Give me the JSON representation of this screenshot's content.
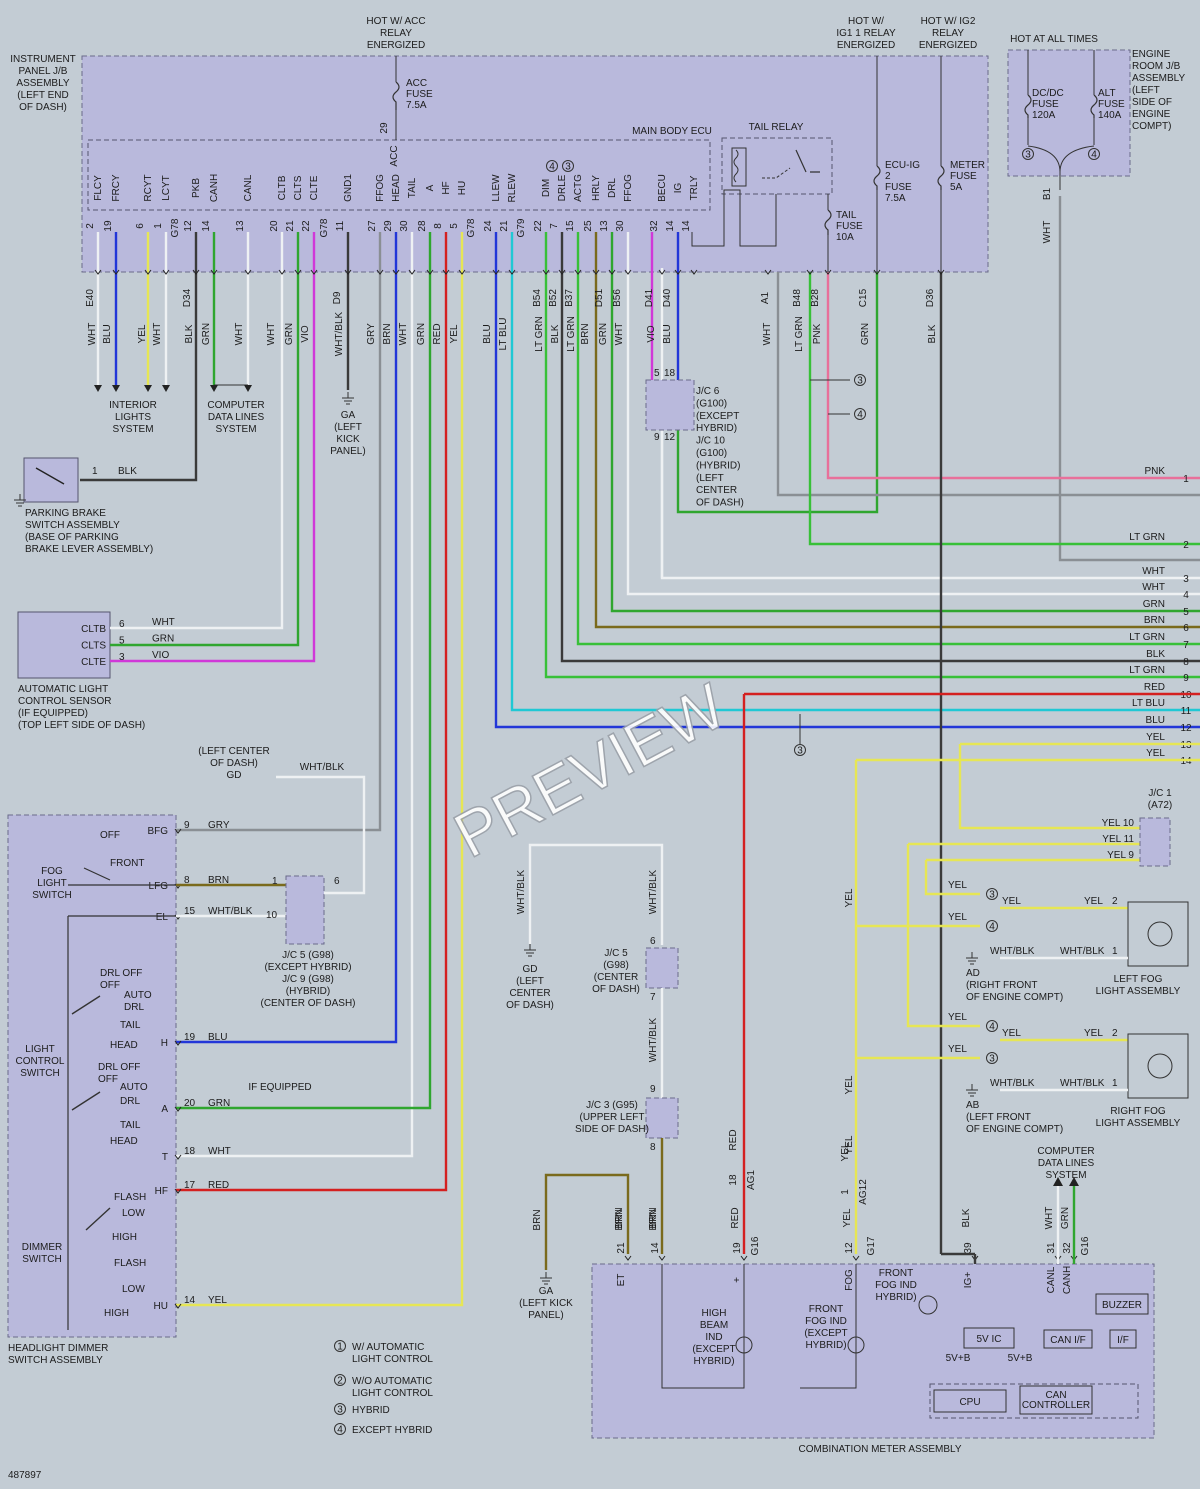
{
  "colors": {
    "WHT": "#eef1f3",
    "BLU": "#2236d8",
    "YEL": "#e6e655",
    "BLK": "#3a3a3a",
    "GRN": "#2fa62f",
    "VIO": "#d038d8",
    "GRY": "#8a8f94",
    "RED": "#d42020",
    "LTGRN": "#38c038",
    "LTBLU": "#20c8d4",
    "BRN": "#7a6a1c",
    "PNK": "#e8709a"
  },
  "sources": {
    "acc": [
      "HOT W/ ACC",
      "RELAY",
      "ENERGIZED"
    ],
    "ig1": [
      "HOT W/",
      "IG1 1 RELAY",
      "ENERGIZED"
    ],
    "ig2": [
      "HOT W/ IG2",
      "RELAY",
      "ENERGIZED"
    ],
    "always": "HOT AT ALL TIMES"
  },
  "instrument_panel_jb": [
    "INSTRUMENT",
    "PANEL J/B",
    "ASSEMBLY",
    "(LEFT END",
    "OF DASH)"
  ],
  "engine_room_jb": [
    "ENGINE",
    "ROOM J/B",
    "ASSEMBLY",
    "(LEFT",
    "SIDE OF",
    "ENGINE",
    "COMPT)"
  ],
  "fuses": {
    "acc": [
      "ACC",
      "FUSE",
      "7.5A"
    ],
    "ecu_ig": [
      "ECU-IG",
      "2",
      "FUSE",
      "7.5A"
    ],
    "meter": [
      "METER",
      "FUSE",
      "5A"
    ],
    "tail": [
      "TAIL",
      "FUSE",
      "10A"
    ],
    "dcdc": [
      "DC/DC",
      "FUSE",
      "120A"
    ],
    "alt": [
      "ALT",
      "FUSE",
      "140A"
    ]
  },
  "ecu": {
    "title": "MAIN BODY ECU",
    "tail_relay": "TAIL RELAY",
    "acc_pin": "29",
    "acc_label": "ACC",
    "terminals": [
      {
        "name": "FLCY",
        "pin": "2"
      },
      {
        "name": "FRCY",
        "pin": "19"
      },
      {
        "name": "RCYT",
        "pin": "6"
      },
      {
        "name": "LCYT",
        "pin": "1"
      },
      {
        "name": "PKB",
        "pin": "12"
      },
      {
        "name": "CANH",
        "pin": "14"
      },
      {
        "name": "CANL",
        "pin": "13"
      },
      {
        "name": "CLTB",
        "pin": "20"
      },
      {
        "name": "CLTS",
        "pin": "21"
      },
      {
        "name": "CLTE",
        "pin": "22"
      },
      {
        "name": "GND1",
        "pin": "11"
      },
      {
        "name": "FFOG",
        "pin": "27"
      },
      {
        "name": "HEAD",
        "pin": "29"
      },
      {
        "name": "TAIL",
        "pin": "30"
      },
      {
        "name": "A",
        "pin": "28"
      },
      {
        "name": "HF",
        "pin": "8"
      },
      {
        "name": "HU",
        "pin": "5"
      },
      {
        "name": "LLEW",
        "pin": "24"
      },
      {
        "name": "RLEW",
        "pin": "21"
      },
      {
        "name": "DIM",
        "pin": "22"
      },
      {
        "name": "DRLE",
        "pin": "7"
      },
      {
        "name": "ACTG",
        "pin": "15"
      },
      {
        "name": "HRLY",
        "pin": "25"
      },
      {
        "name": "DRL",
        "pin": "13"
      },
      {
        "name": "FFOG",
        "pin": "30"
      },
      {
        "name": "BECU",
        "pin": "32"
      },
      {
        "name": "IG",
        "pin": "14"
      },
      {
        "name": "TRLY",
        "pin": "14"
      }
    ],
    "connectors": [
      "G78",
      "G78",
      "G78",
      "G79"
    ],
    "terminal_notes": [
      "4",
      "3"
    ]
  },
  "wire_connectors": [
    "E40",
    "D34",
    "D9",
    "B54",
    "B52",
    "B37",
    "D51",
    "B56",
    "D41",
    "D40",
    "A1",
    "B48",
    "B28",
    "C15",
    "D36",
    "B1"
  ],
  "wire_labels": [
    "WHT",
    "BLU",
    "YEL",
    "WHT",
    "BLK",
    "GRN",
    "WHT",
    "WHT",
    "GRN",
    "VIO",
    "WHT/BLK",
    "GRY",
    "BRN",
    "WHT",
    "GRN",
    "RED",
    "YEL",
    "BLU",
    "LT BLU",
    "LT GRN",
    "BLK",
    "LT GRN",
    "BRN",
    "GRN",
    "WHT",
    "VIO",
    "BLU",
    "WHT",
    "LT GRN",
    "PNK",
    "GRN",
    "BLK",
    "WHT"
  ],
  "systems": {
    "interior": [
      "INTERIOR",
      "LIGHTS",
      "SYSTEM"
    ],
    "comp_data": [
      "COMPUTER",
      "DATA LINES",
      "SYSTEM"
    ],
    "comp_data2": [
      "COMPUTER",
      "DATA LINES",
      "SYSTEM"
    ]
  },
  "grounds": {
    "ga_kick": [
      "GA",
      "(LEFT",
      "KICK",
      "PANEL)"
    ],
    "gd_center": [
      "(LEFT CENTER",
      "OF DASH)",
      "GD"
    ],
    "gd2": [
      "GD",
      "(LEFT",
      "CENTER",
      "OF DASH)"
    ],
    "ga2": [
      "GA",
      "(LEFT KICK",
      "PANEL)"
    ],
    "ad": [
      "AD",
      "(RIGHT FRONT",
      "OF ENGINE COMPT)"
    ],
    "ab": [
      "AB",
      "(LEFT FRONT",
      "OF ENGINE COMPT)"
    ]
  },
  "junctions": {
    "jc6": [
      "J/C 6",
      "(G100)",
      "(EXCEPT",
      "HYBRID)",
      "J/C 10",
      "(G100)",
      "(HYBRID)",
      "(LEFT",
      "CENTER",
      "OF DASH)"
    ],
    "jc6_pins": [
      "5",
      "18",
      "9",
      "12"
    ],
    "jc5a": [
      "J/C 5 (G98)",
      "(EXCEPT HYBRID)",
      "J/C 9 (G98)",
      "(HYBRID)",
      "(CENTER OF DASH)"
    ],
    "jc5a_pins": [
      "1",
      "6",
      "10"
    ],
    "jc5b": [
      "J/C 5",
      "(G98)",
      "(CENTER",
      "OF DASH)"
    ],
    "jc5b_pins": [
      "6",
      "7"
    ],
    "jc3": [
      "J/C 3 (G95)",
      "(UPPER LEFT",
      "SIDE OF DASH)"
    ],
    "jc3_pins": [
      "9",
      "8"
    ],
    "jc1": [
      "J/C 1",
      "(A72)"
    ],
    "jc1_pins": [
      "YEL 10",
      "YEL 11",
      "YEL 9"
    ]
  },
  "parking_brake": {
    "label": [
      "PARKING BRAKE",
      "SWITCH ASSEMBLY",
      "(BASE OF PARKING",
      "BRAKE LEVER ASSEMBLY)"
    ],
    "pin": "1",
    "wire": "BLK"
  },
  "light_sensor": {
    "label": [
      "AUTOMATIC LIGHT",
      "CONTROL SENSOR",
      "(IF EQUIPPED)",
      "(TOP LEFT SIDE OF DASH)"
    ],
    "terminals": [
      {
        "name": "CLTB",
        "pin": "6",
        "wire": "WHT"
      },
      {
        "name": "CLTS",
        "pin": "5",
        "wire": "GRN"
      },
      {
        "name": "CLTE",
        "pin": "3",
        "wire": "VIO"
      }
    ]
  },
  "outputs": [
    {
      "wire": "PNK",
      "pin": "1"
    },
    {
      "wire": "LT GRN",
      "pin": "2"
    },
    {
      "wire": "WHT",
      "pin": "3"
    },
    {
      "wire": "WHT",
      "pin": "4"
    },
    {
      "wire": "GRN",
      "pin": "5"
    },
    {
      "wire": "BRN",
      "pin": "6"
    },
    {
      "wire": "LT GRN",
      "pin": "7"
    },
    {
      "wire": "BLK",
      "pin": "8"
    },
    {
      "wire": "LT GRN",
      "pin": "9"
    },
    {
      "wire": "RED",
      "pin": "10"
    },
    {
      "wire": "LT BLU",
      "pin": "11"
    },
    {
      "wire": "BLU",
      "pin": "12"
    },
    {
      "wire": "YEL",
      "pin": "13"
    },
    {
      "wire": "YEL",
      "pin": "14"
    }
  ],
  "headlight_switch": {
    "title": [
      "HEADLIGHT DIMMER",
      "SWITCH ASSEMBLY"
    ],
    "fog": [
      "FOG",
      "LIGHT",
      "SWITCH"
    ],
    "light_control": [
      "LIGHT",
      "CONTROL",
      "SWITCH"
    ],
    "dimmer": [
      "DIMMER",
      "SWITCH"
    ],
    "positions": [
      "OFF",
      "FRONT",
      "DRL OFF",
      "OFF",
      "AUTO",
      "DRL",
      "TAIL",
      "HEAD",
      "DRL OFF",
      "OFF",
      "AUTO",
      "DRL",
      "TAIL",
      "HEAD",
      "FLASH",
      "LOW",
      "HIGH",
      "FLASH",
      "LOW",
      "HIGH"
    ],
    "terminals": [
      {
        "name": "BFG",
        "pin": "9",
        "wire": "GRY"
      },
      {
        "name": "LFG",
        "pin": "8",
        "wire": "BRN"
      },
      {
        "name": "EL",
        "pin": "15",
        "wire": "WHT/BLK"
      },
      {
        "name": "H",
        "pin": "19",
        "wire": "BLU"
      },
      {
        "name": "A",
        "pin": "20",
        "wire": "GRN"
      },
      {
        "name": "T",
        "pin": "18",
        "wire": "WHT"
      },
      {
        "name": "HF",
        "pin": "17",
        "wire": "RED"
      },
      {
        "name": "HU",
        "pin": "14",
        "wire": "YEL"
      }
    ],
    "if_equipped": "IF EQUIPPED"
  },
  "fog_lamps": {
    "left": [
      "LEFT FOG",
      "LIGHT ASSEMBLY"
    ],
    "right": [
      "RIGHT FOG",
      "LIGHT ASSEMBLY"
    ],
    "wires": [
      "YEL",
      "YEL",
      "YEL",
      "YEL",
      "YEL",
      "YEL",
      "YEL",
      "YEL",
      "WHT/BLK",
      "WHT/BLK",
      "WHT/BLK",
      "WHT/BLK"
    ],
    "pins": [
      "2",
      "1",
      "2",
      "1"
    ],
    "notes": [
      "3",
      "4",
      "4",
      "3"
    ]
  },
  "meter": {
    "title": "COMBINATION METER ASSEMBLY",
    "pins": [
      {
        "name": "ET",
        "pin": "21",
        "wire": "BRN"
      },
      {
        "name": "",
        "pin": "14",
        "wire": "BRN"
      },
      {
        "name": "+",
        "pin": "19",
        "wire": "RED"
      },
      {
        "name": "FOG",
        "pin": "12",
        "wire": "YEL"
      },
      {
        "name": "IG+",
        "pin": "39",
        "wire": "BLK"
      },
      {
        "name": "CANL",
        "pin": "31",
        "wire": "WHT"
      },
      {
        "name": "CANH",
        "pin": "32",
        "wire": "GRN"
      }
    ],
    "connectors": [
      "G16",
      "G17",
      "G16"
    ],
    "in_connectors": [
      {
        "name": "AG1",
        "pin": "18",
        "wire": "RED"
      },
      {
        "name": "AG12",
        "pin": "1",
        "wire": "YEL"
      }
    ],
    "high_beam": [
      "HIGH",
      "BEAM",
      "IND",
      "(EXCEPT",
      "HYBRID)"
    ],
    "front_fog": [
      "FRONT",
      "FOG IND",
      "(EXCEPT",
      "HYBRID)"
    ],
    "front_fog_hyb": [
      "FRONT",
      "FOG IND",
      "HYBRID)"
    ],
    "blocks": [
      "5V IC",
      "CAN I/F",
      "BUZZER",
      "I/F",
      "CPU",
      "CAN",
      "CONTROLLER",
      "5V+B",
      "5V+B"
    ]
  },
  "legend": [
    {
      "num": "1",
      "text": [
        "W/ AUTOMATIC",
        "LIGHT CONTROL"
      ]
    },
    {
      "num": "2",
      "text": [
        "W/O AUTOMATIC",
        "LIGHT CONTROL"
      ]
    },
    {
      "num": "3",
      "text": [
        "HYBRID"
      ]
    },
    {
      "num": "4",
      "text": [
        "EXCEPT HYBRID"
      ]
    }
  ],
  "misc": {
    "figure_id": "487897",
    "watermark": "PREVIEW",
    "note3": "3",
    "note4": "4"
  }
}
